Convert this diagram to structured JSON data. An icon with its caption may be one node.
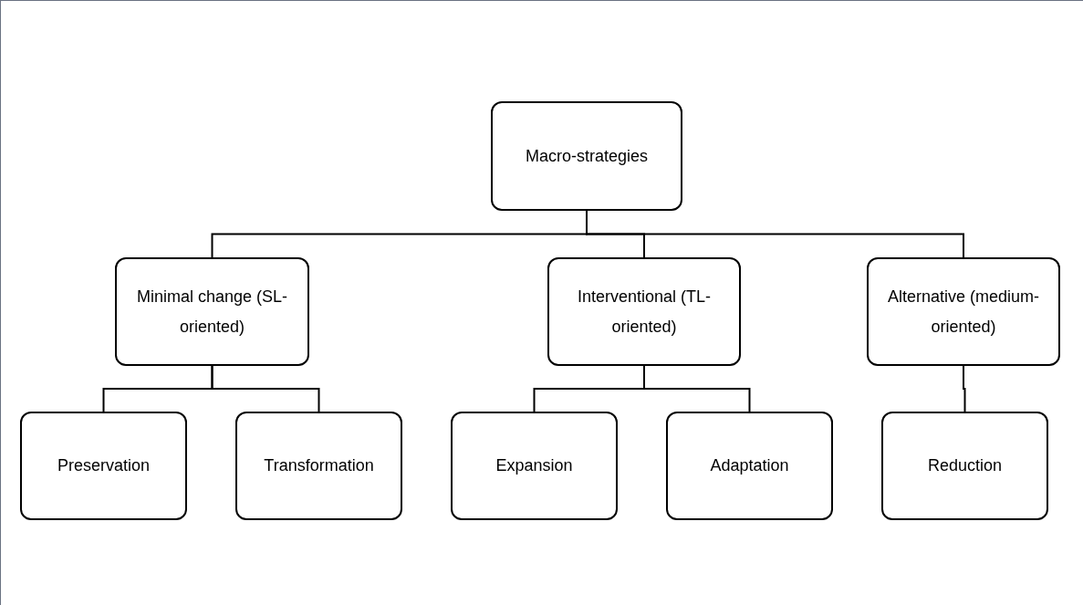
{
  "diagram": {
    "nodes": [
      {
        "text": [
          "Macro-strategies"
        ]
      },
      {
        "text": [
          "Minimal change (SL-oriented)"
        ]
      },
      {
        "text": [
          "Interventional (TL-oriented)"
        ]
      },
      {
        "text": [
          "Alternative (medium-oriented)"
        ]
      },
      {
        "text": [
          "Preservation"
        ]
      },
      {
        "text": [
          "Transformation"
        ]
      },
      {
        "text": [
          "Expansion"
        ]
      },
      {
        "text": [
          "Adaptation"
        ]
      },
      {
        "text": [
          "Reduction"
        ]
      }
    ],
    "edges": [
      {
        "from": 0,
        "to": 1,
        "arrow": "none"
      },
      {
        "from": 0,
        "to": 2,
        "arrow": "none"
      },
      {
        "from": 0,
        "to": 3,
        "arrow": "none"
      },
      {
        "from": 1,
        "to": 4,
        "arrow": "none"
      },
      {
        "from": 1,
        "to": 5,
        "arrow": "none"
      },
      {
        "from": 2,
        "to": 6,
        "arrow": "none"
      },
      {
        "from": 2,
        "to": 7,
        "arrow": "none"
      },
      {
        "from": 3,
        "to": 8,
        "arrow": "none"
      }
    ]
  }
}
